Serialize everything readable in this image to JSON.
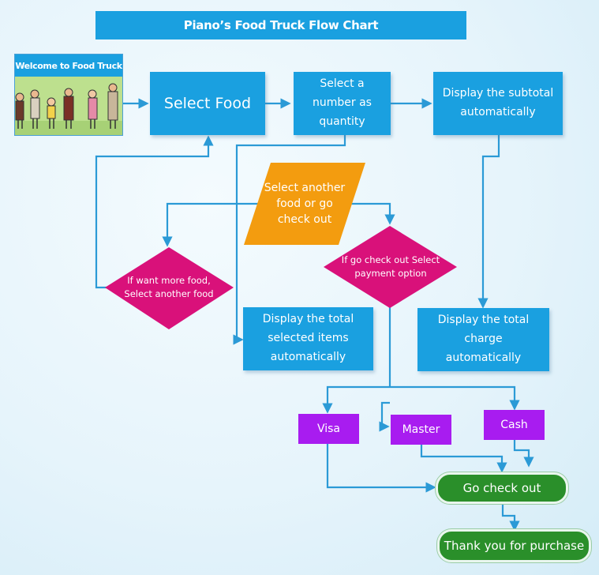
{
  "title": "Piano’s Food Truck Flow Chart",
  "welcome": {
    "label": "Welcome to Food Truck",
    "image": "people-queue-illustration"
  },
  "nodes": {
    "select_food": "Select Food",
    "select_quantity": "Select a number as quantity",
    "display_subtotal": "Display the subtotal automatically",
    "select_another": "Select another food or go check out",
    "if_more_food": "If want more food, Select another food",
    "if_check_out": "If go check out Select payment option",
    "display_items": "Display the total selected items automatically",
    "display_charge": "Display the total charge automatically",
    "visa": "Visa",
    "master": "Master",
    "cash": "Cash",
    "go_check_out": "Go check out",
    "thank_you": "Thank you for purchase"
  },
  "colors": {
    "process": "#1aa0e0",
    "decision": "#d9117a",
    "input": "#f39c0f",
    "payment": "#a81cf0",
    "terminal": "#2a8f2a",
    "connector": "#2b9ad6"
  }
}
